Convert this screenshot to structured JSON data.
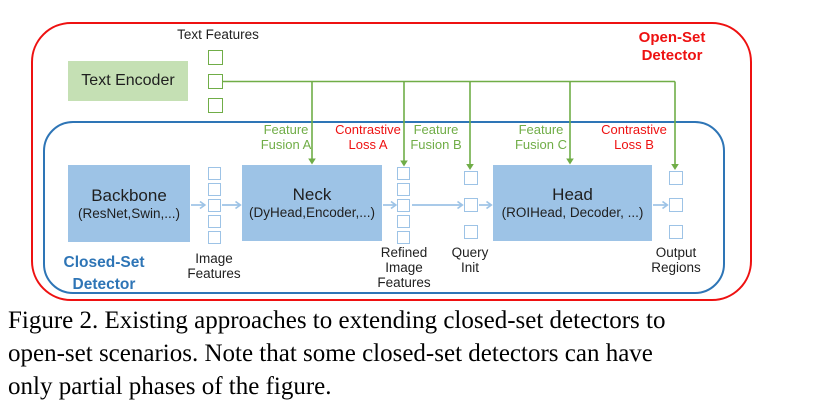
{
  "colors": {
    "red": "#EE1111",
    "blue": "#2E75B6",
    "green": "#70AD47",
    "greenFill": "#C5E0B4",
    "blueFill": "#9DC3E6",
    "lightBlue": "#9DC3E6",
    "ink": "#1F1F1F"
  },
  "figure": {
    "open_set_label": {
      "line1": "Open-Set",
      "line2": "Detector"
    },
    "closed_set_label": {
      "line1": "Closed-Set",
      "line2": "Detector"
    },
    "text_features_label": "Text Features",
    "text_encoder_label": "Text Encoder",
    "blocks": [
      {
        "title": "Backbone",
        "subtitle": "(ResNet,Swin,...)"
      },
      {
        "title": "Neck",
        "subtitle": "(DyHead,Encoder,...)"
      },
      {
        "title": "Head",
        "subtitle": "(ROIHead, Decoder, ...)"
      }
    ],
    "connector_labels": [
      {
        "line1": "Feature",
        "line2": "Fusion A",
        "color": "green"
      },
      {
        "line1": "Contrastive",
        "line2": "Loss A",
        "color": "red"
      },
      {
        "line1": "Feature",
        "line2": "Fusion B",
        "color": "green"
      },
      {
        "line1": "Feature",
        "line2": "Fusion C",
        "color": "green"
      },
      {
        "line1": "Contrastive",
        "line2": "Loss B",
        "color": "red"
      }
    ],
    "port_labels": {
      "image_features": {
        "line1": "Image",
        "line2": "Features"
      },
      "refined_image_features": {
        "line1": "Refined",
        "line2": "Image",
        "line3": "Features"
      },
      "query_init": {
        "line1": "Query",
        "line2": "Init"
      },
      "output_regions": {
        "line1": "Output",
        "line2": "Regions"
      }
    }
  },
  "caption": {
    "lines": [
      "Figure 2. Existing approaches to extending closed-set detectors to",
      "open-set scenarios.  Note that some closed-set detectors can have",
      "only partial phases of the figure."
    ]
  }
}
